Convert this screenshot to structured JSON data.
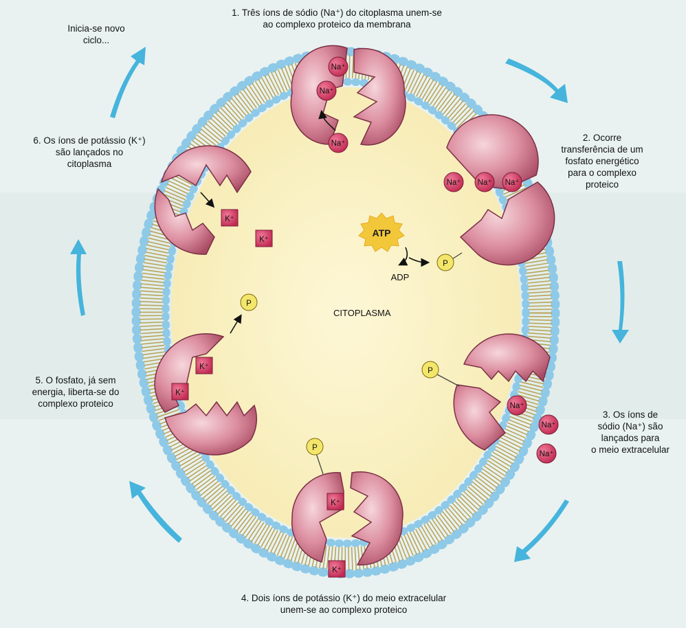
{
  "steps": {
    "s1": [
      "1. Três íons de sódio (Na⁺) do citoplasma unem-se",
      "ao complexo proteico da membrana"
    ],
    "s2": [
      "2. Ocorre",
      "transferência de um",
      "fosfato energético",
      "para o complexo",
      "proteico"
    ],
    "s3": [
      "3. Os íons de",
      "sódio (Na⁺) são",
      "lançados para",
      "o meio extracelular"
    ],
    "s4": [
      "4. Dois íons de potássio (K⁺) do meio extracelular",
      "unem-se ao complexo proteico"
    ],
    "s5": [
      "5. O fosfato, já sem",
      "energia, liberta-se do",
      "complexo proteico"
    ],
    "s6": [
      "6. Os íons de potássio (K⁺)",
      "são lançados no",
      "citoplasma"
    ],
    "restart": [
      "Inicia-se novo",
      "ciclo..."
    ]
  },
  "center_label": "CITOPLASMA",
  "atp_label": "ATP",
  "adp_label": "ADP",
  "ion_na": "Na⁺",
  "ion_k": "K⁺",
  "phosphate": "P",
  "colors": {
    "cytoplasm": "#fbf3c4",
    "membrane_head": "#8ec9e8",
    "membrane_tail": "#b9a55a",
    "protein": "#d98a9a",
    "protein_dark": "#a94a62",
    "ion": "#d23c63",
    "phosphate": "#f3e66a",
    "arrow": "#46b4dc",
    "atp_burst": "#f2c83a"
  }
}
